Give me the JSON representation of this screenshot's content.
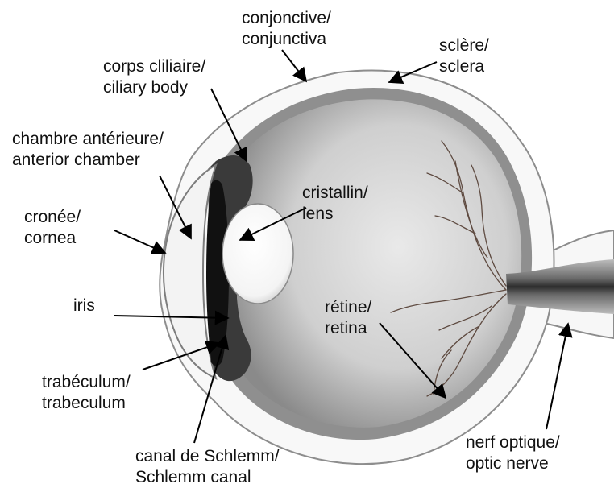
{
  "labels": {
    "conjunctiva": {
      "fr": "conjonctive/",
      "en": "conjunctiva"
    },
    "sclera": {
      "fr": "sclère/",
      "en": "sclera"
    },
    "ciliary_body": {
      "fr": "corps cliliaire/",
      "en": "ciliary body"
    },
    "anterior_chamber": {
      "fr": "chambre antérieure/",
      "en": "anterior chamber"
    },
    "lens": {
      "fr": "cristallin/",
      "en": "lens"
    },
    "cornea": {
      "fr": "cronée/",
      "en": "cornea"
    },
    "iris": {
      "fr": "iris",
      "en": ""
    },
    "retina": {
      "fr": "rétine/",
      "en": "retina"
    },
    "trabeculum": {
      "fr": "trabéculum/",
      "en": "trabeculum"
    },
    "optic_nerve": {
      "fr": "nerf optique/",
      "en": "optic nerve"
    },
    "schlemm_canal": {
      "fr": "canal de Schlemm/",
      "en": "Schlemm canal"
    }
  },
  "colors": {
    "sclera_outer": "#f7f7f7",
    "sclera_band": "#9a9a9a",
    "vitreous": "#c8c8c8",
    "cornea": "#f2f2f2",
    "iris_dark": "#1c1c1c",
    "lens": "#fbfbfb",
    "nerve": "#5a5a5a",
    "vessel": "#5e4a40",
    "arrow": "#000000"
  }
}
